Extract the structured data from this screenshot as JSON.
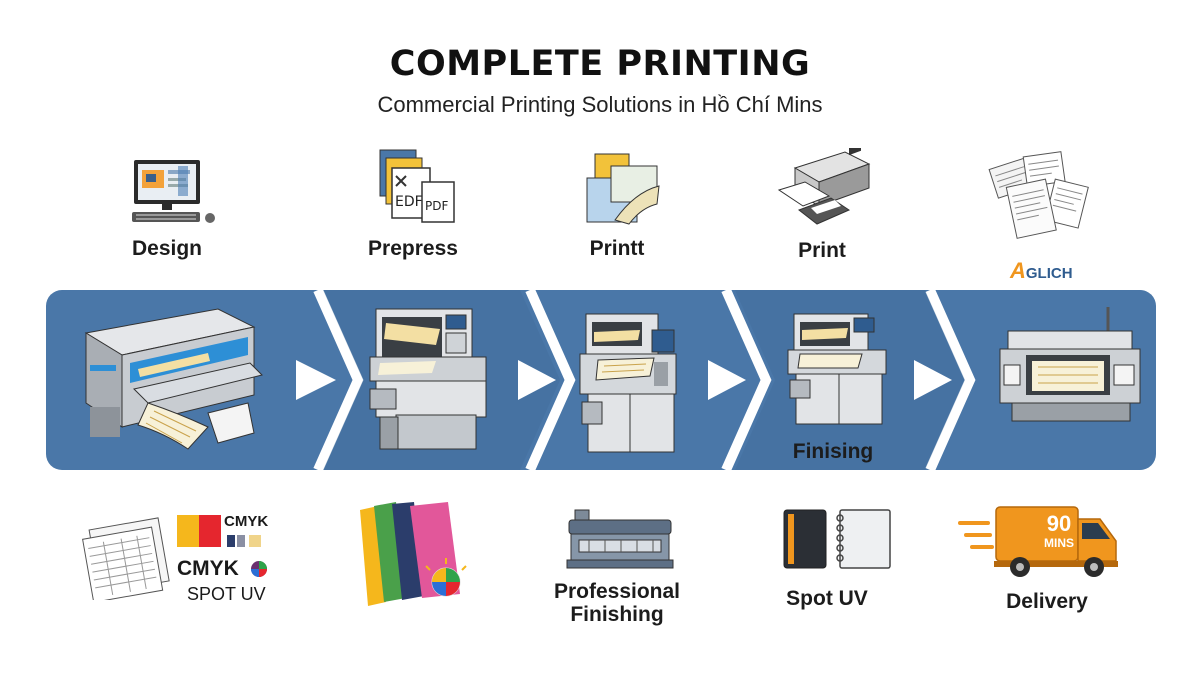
{
  "header": {
    "title": "COMPLETE PRINTING",
    "subtitle": "Commercial Printing Solutions in Hồ Chí Mins"
  },
  "top_steps": [
    {
      "label": "Design",
      "icon": "computer-monitor-icon"
    },
    {
      "label": "Prepress",
      "icon": "pdf-documents-icon"
    },
    {
      "label": "Printt",
      "icon": "paper-sheets-icon"
    },
    {
      "label": "Print",
      "icon": "printer-icon"
    },
    {
      "label": "",
      "icon": "scattered-documents-icon"
    }
  ],
  "logo": {
    "text": "GLICH",
    "letter": "A"
  },
  "band": {
    "label": "Finising",
    "machines": [
      "large-format-printer-icon",
      "offset-press-icon",
      "digital-press-icon",
      "finishing-press-icon",
      "roll-printer-icon"
    ]
  },
  "bottom": {
    "proof": {
      "cmyk_top": "CMYK",
      "cmyk": "CMYK",
      "spot": "SPOT UV"
    },
    "finishing": {
      "line1": "Professional",
      "line2": "Finishing"
    },
    "spot_uv": "Spot UV",
    "delivery": {
      "label": "Delivery",
      "badge_num": "90",
      "badge_unit": "MINS"
    }
  },
  "colors": {
    "band": "#4a77a8",
    "band_dark": "#3b6593",
    "accent_orange": "#f0961e",
    "cmyk_yellow": "#f5b71c",
    "cmyk_red": "#e5262e"
  }
}
